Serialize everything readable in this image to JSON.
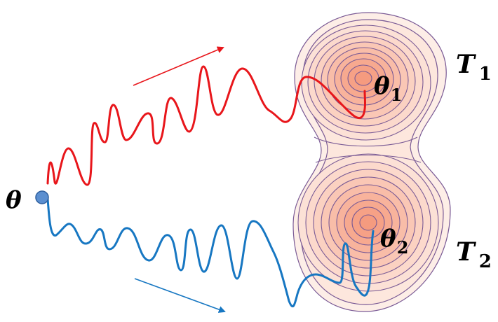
{
  "labels": {
    "start": "θ",
    "target1_param": "θ",
    "target1_sub": "1",
    "target2_param": "θ",
    "target2_sub": "2",
    "task1": "T",
    "task1_sub": "1",
    "task2": "T",
    "task2_sub": "2"
  },
  "colors": {
    "path_upper": "#e8161b",
    "path_lower": "#1777c2",
    "start_point": "#5b8fd0",
    "contour": "#6b4a86",
    "basin_fill": "#fde8e0",
    "basin_center": "#f5a085"
  }
}
